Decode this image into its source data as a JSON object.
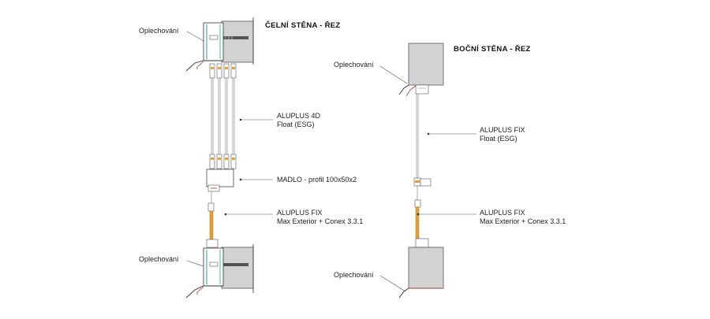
{
  "titles": {
    "front": "ČELNÍ STĚNA - ŘEZ",
    "side": "BOČNÍ STĚNA - ŘEZ"
  },
  "front_labels": {
    "flashing_top": "Oplechování",
    "glass_line1": "ALUPLUS 4D",
    "glass_line2": "Float (ESG)",
    "handrail": "MADLO - profil 100x50x2",
    "fix_line1": "ALUPLUS FIX",
    "fix_line2": "Max Exterior + Conex 3.3.1",
    "flashing_bottom": "Oplechování"
  },
  "side_labels": {
    "flashing_top": "Oplechování",
    "glass_line1": "ALUPLUS FIX",
    "glass_line2": "Float (ESG)",
    "fix_line1": "ALUPLUS FIX",
    "fix_line2": "Max Exterior + Conex 3.3.1",
    "flashing_bottom": "Oplechování"
  },
  "colors": {
    "concrete": "#d2d2d2",
    "orange": "#e8a030",
    "teal": "#3fb8a8",
    "red": "#b03030",
    "line": "#444444"
  }
}
